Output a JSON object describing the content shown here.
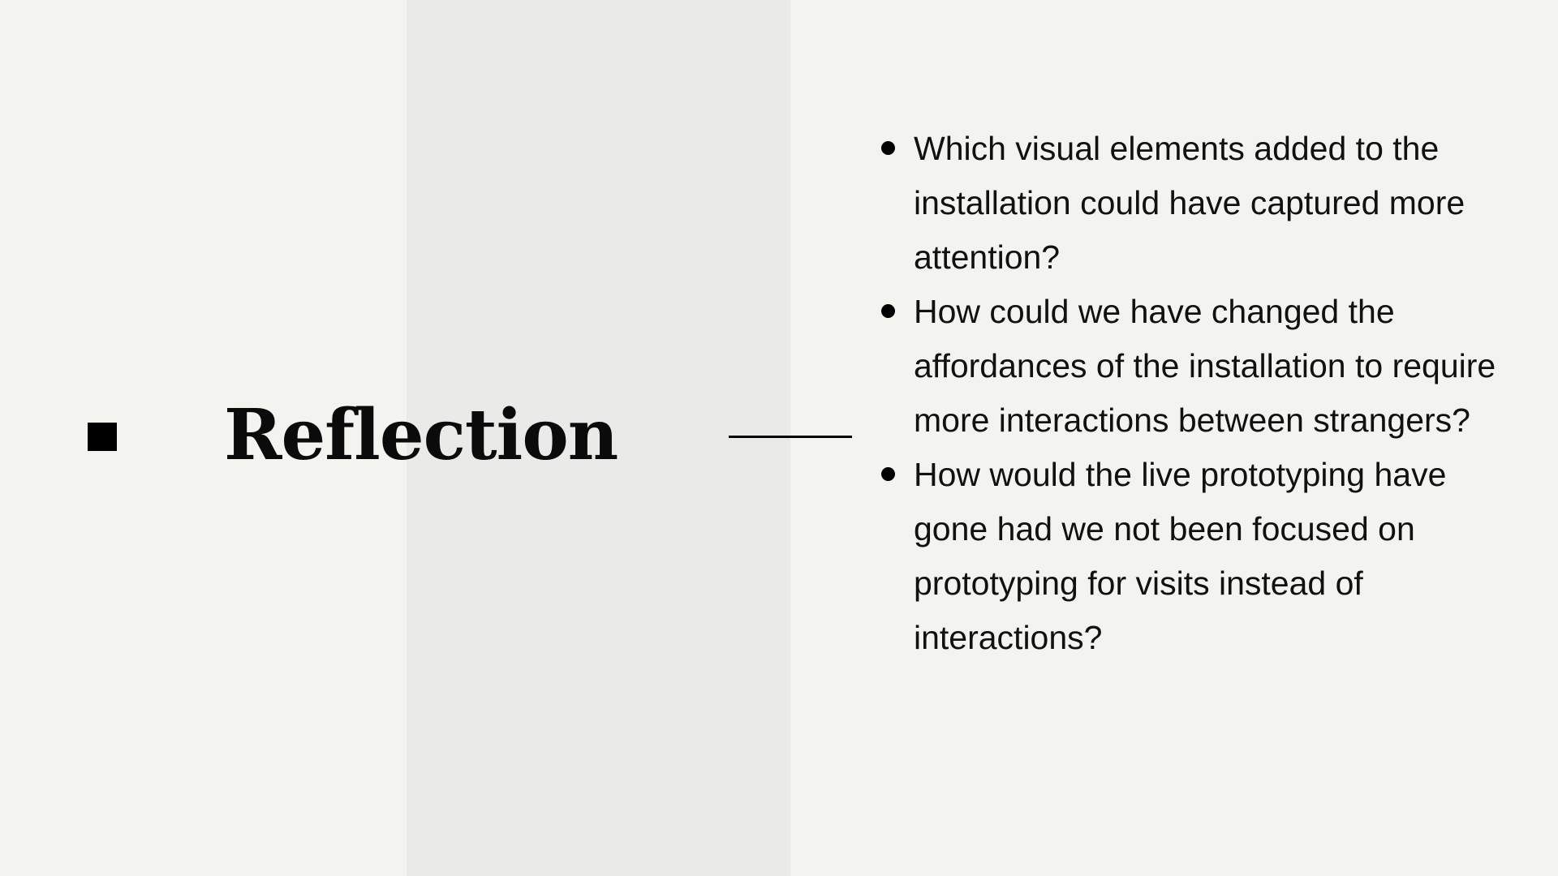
{
  "slide": {
    "title": "Reflection",
    "bullets": [
      "Which visual elements added to the installation could have captured more attention?",
      "How could we have changed the affordances of the installation to require more interactions between strangers?",
      "How would the live prototyping have gone had we not been focused on prototyping for visits instead of interactions?"
    ]
  },
  "colors": {
    "background": "#f3f3ef",
    "center_band": "#eaeae8",
    "text": "#111111"
  }
}
